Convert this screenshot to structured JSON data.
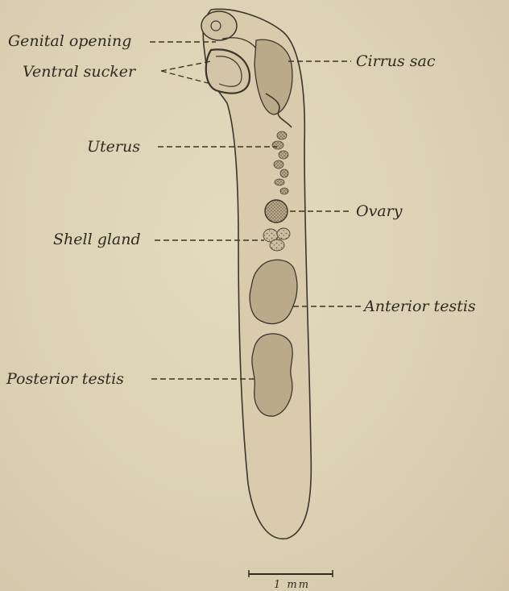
{
  "labels": {
    "genital_opening": "Genital opening",
    "ventral_sucker": "Ventral sucker",
    "uterus": "Uterus",
    "shell_gland": "Shell gland",
    "posterior_testis": "Posterior testis",
    "cirrus_sac": "Cirrus sac",
    "ovary": "Ovary",
    "anterior_testis": "Anterior testis"
  },
  "scale_bar": {
    "label": "1 mm"
  }
}
